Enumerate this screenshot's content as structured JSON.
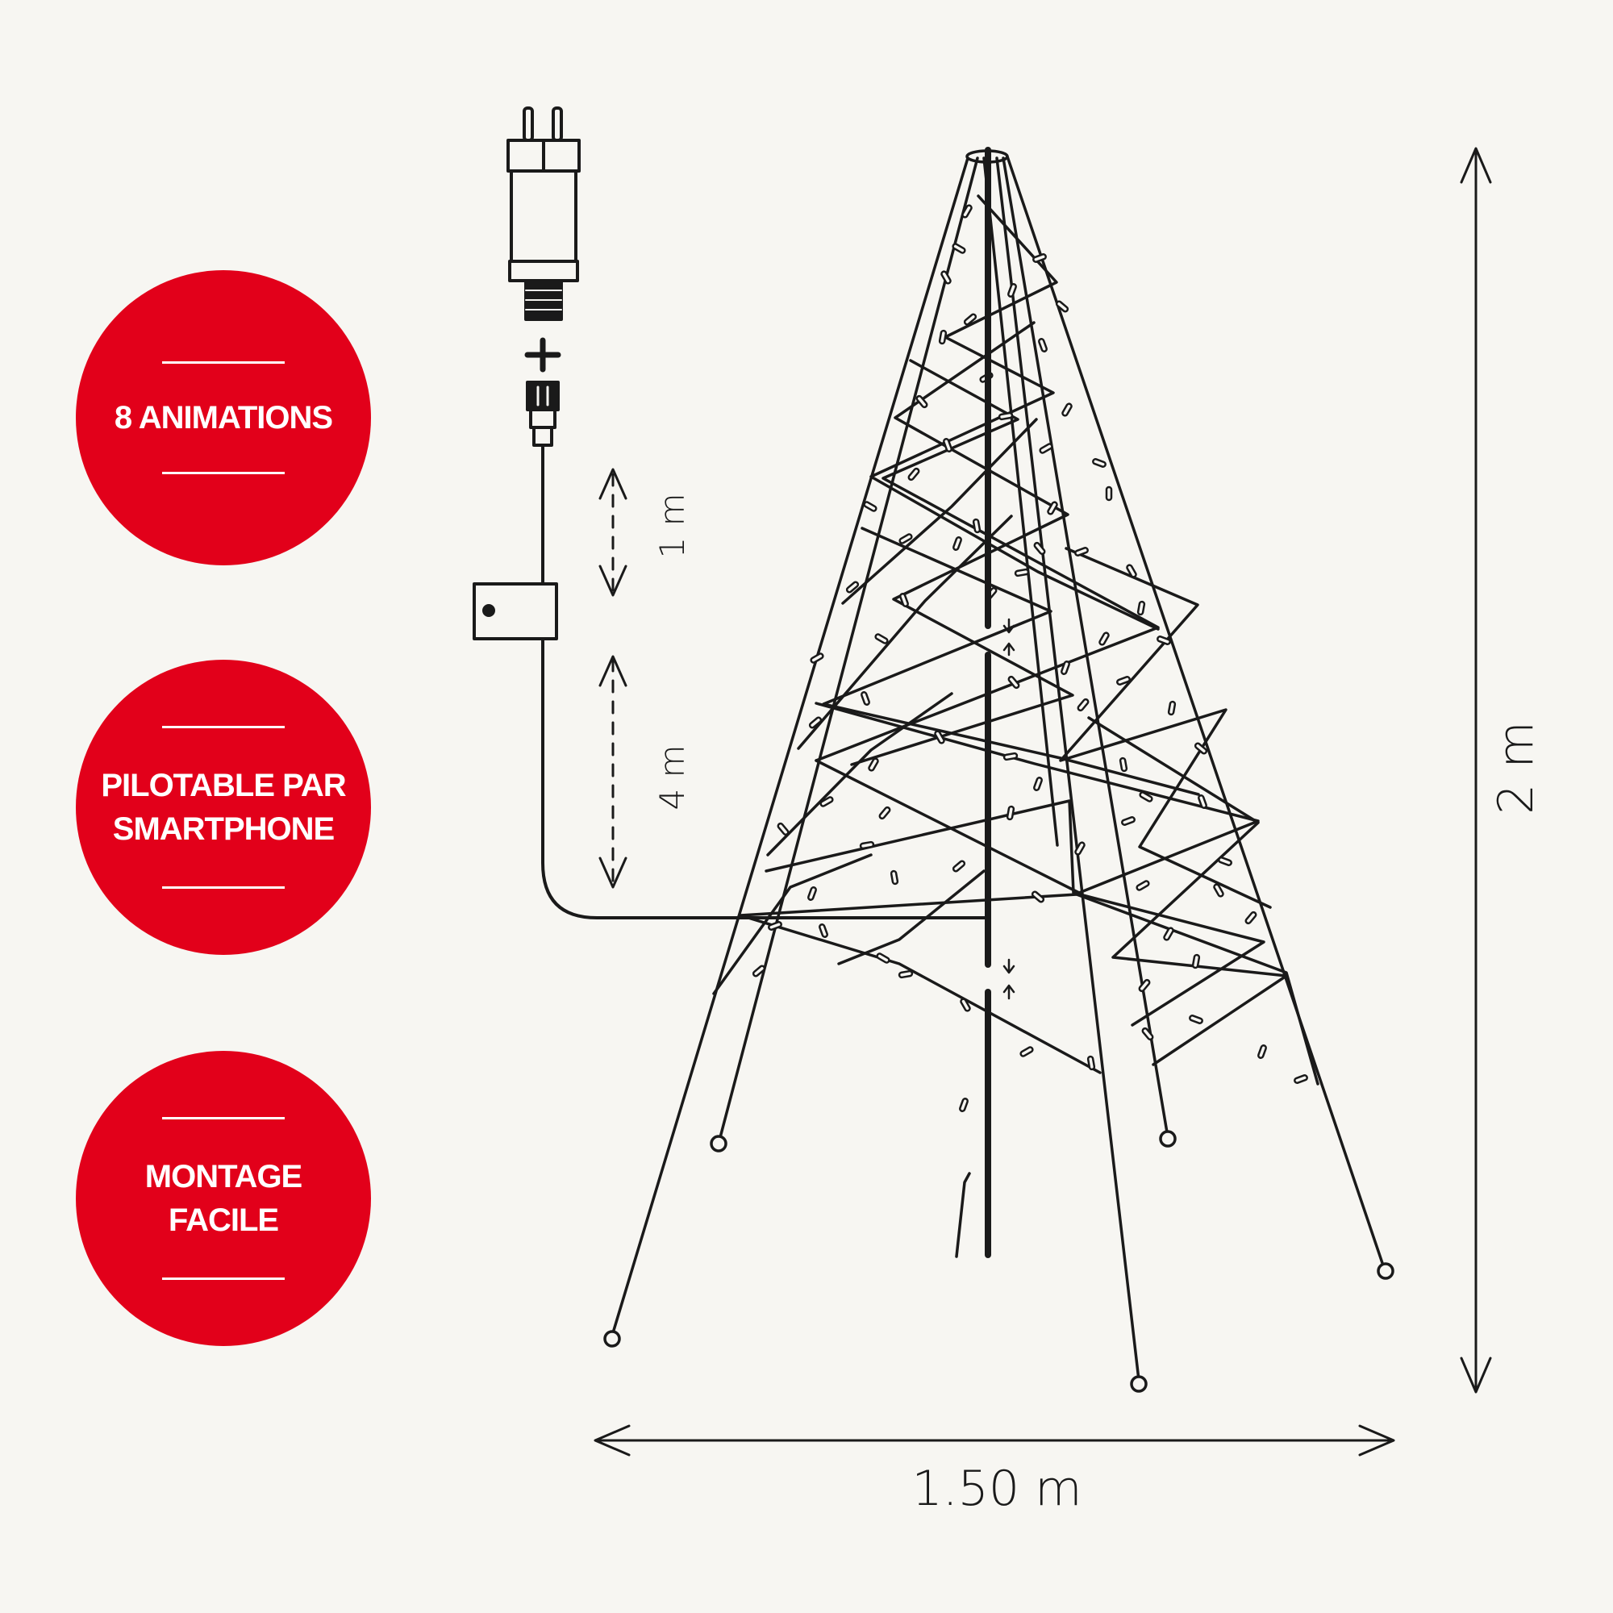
{
  "badges": [
    {
      "text": "8 ANIMATIONS"
    },
    {
      "text": "PILOTABLE PAR\nSMARTPHONE"
    },
    {
      "text": "MONTAGE\nFACILE"
    }
  ],
  "dimensions": {
    "height": "2 m",
    "width": "1.50 m",
    "cable_upper": "1 m",
    "cable_lower": "4 m"
  },
  "colors": {
    "accent": "#e2001a",
    "background": "#f7f6f2",
    "line": "#1a1a1a"
  }
}
